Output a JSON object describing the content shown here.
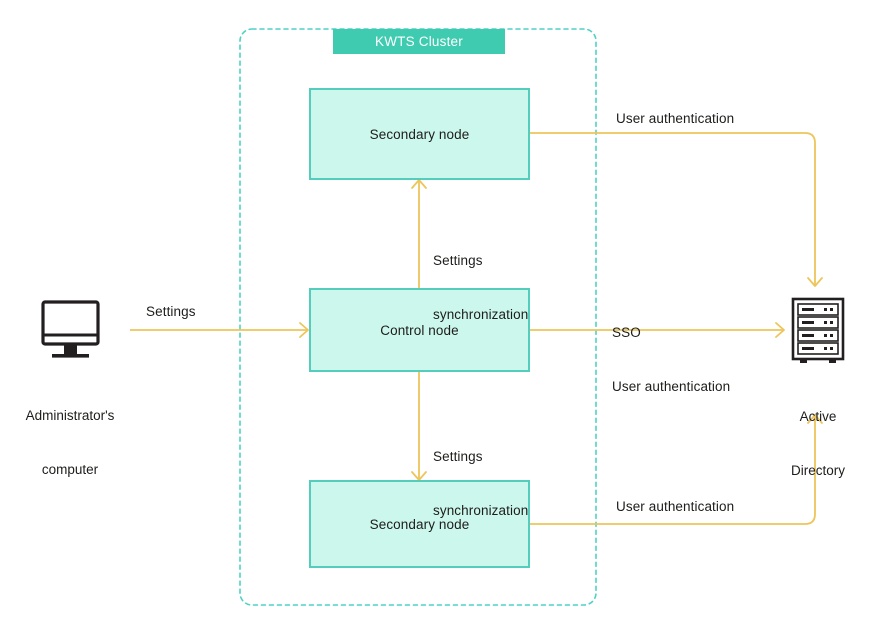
{
  "diagram": {
    "title": "KWTS Cluster deployment with Active Directory",
    "cluster": {
      "title": "KWTS Cluster",
      "title_bg": "#3fcbb0",
      "title_color": "#ffffff",
      "border_color": "#4fd1c5",
      "border_style": "dashed"
    },
    "palette": {
      "node_fill": "#ccf7ec",
      "node_border": "#55cdbd",
      "arrow": "#edc55a",
      "text": "#1d1d1b",
      "icon": "#231f20",
      "background": "#ffffff"
    },
    "nodes": [
      {
        "id": "secondary-node-top",
        "label": "Secondary node"
      },
      {
        "id": "control-node",
        "label": "Control node"
      },
      {
        "id": "secondary-node-bottom",
        "label": "Secondary node"
      }
    ],
    "endpoints": [
      {
        "id": "administrator-computer",
        "icon": "monitor-icon",
        "label_line1": "Administrator's",
        "label_line2": "computer"
      },
      {
        "id": "active-directory",
        "icon": "server-rack-icon",
        "label_line1": "Active",
        "label_line2": "Directory"
      }
    ],
    "connections": [
      {
        "id": "admin-to-control",
        "label": "Settings",
        "from": "administrator-computer",
        "to": "control-node",
        "direction": "right"
      },
      {
        "id": "control-to-secondary-top",
        "label_line1": "Settings",
        "label_line2": "synchronization",
        "from": "control-node",
        "to": "secondary-node-top",
        "direction": "up"
      },
      {
        "id": "control-to-secondary-bottom",
        "label_line1": "Settings",
        "label_line2": "synchronization",
        "from": "control-node",
        "to": "secondary-node-bottom",
        "direction": "down"
      },
      {
        "id": "secondary-top-to-ad",
        "label": "User authentication",
        "from": "secondary-node-top",
        "to": "active-directory",
        "direction": "down"
      },
      {
        "id": "control-to-ad",
        "label_line1": "SSO",
        "label_line2": "User authentication",
        "from": "control-node",
        "to": "active-directory",
        "direction": "right"
      },
      {
        "id": "secondary-bottom-to-ad",
        "label": "User authentication",
        "from": "secondary-node-bottom",
        "to": "active-directory",
        "direction": "up"
      }
    ]
  }
}
